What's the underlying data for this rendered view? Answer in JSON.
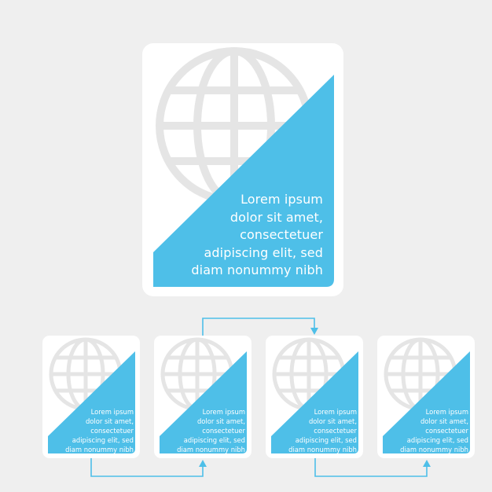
{
  "colors": {
    "background": "#efefef",
    "card": "#ffffff",
    "accent": "#4ebfe8",
    "globe": "#e5e5e5",
    "connector": "#4ebfe8"
  },
  "icon": "globe-icon",
  "main_card": {
    "text": "Lorem ipsum\ndolor sit amet,\nconsectetuer\nadipiscing elit, sed\ndiam nonummy nibh"
  },
  "small_cards": [
    {
      "text": "Lorem ipsum\ndolor sit amet,\nconsectetuer\nadipiscing elit, sed\ndiam nonummy nibh"
    },
    {
      "text": "Lorem ipsum\ndolor sit amet,\nconsectetuer\nadipiscing elit, sed\ndiam nonummy nibh"
    },
    {
      "text": "Lorem ipsum\ndolor sit amet,\nconsectetuer\nadipiscing elit, sed\ndiam nonummy nibh"
    },
    {
      "text": "Lorem ipsum\ndolor sit amet,\nconsectetuer\nadipiscing elit, sed\ndiam nonummy nibh"
    }
  ]
}
